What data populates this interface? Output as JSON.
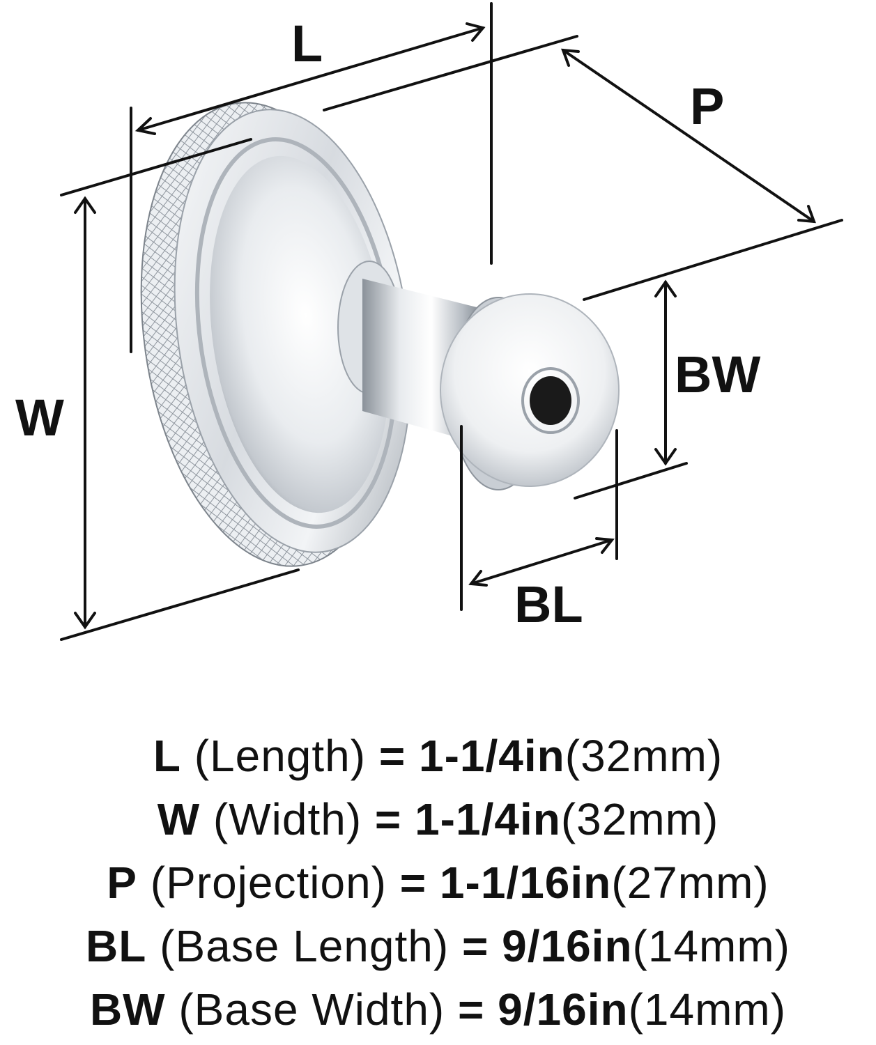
{
  "diagram": {
    "labels": {
      "L": "L",
      "W": "W",
      "P": "P",
      "BW": "BW",
      "BL": "BL"
    },
    "colors": {
      "line": "#111111",
      "metal_light": "#f4f6f8",
      "metal_mid": "#c9ced4",
      "metal_dark": "#7d848c",
      "knurl": "#9aa1a9",
      "hole": "#1a1a1a"
    }
  },
  "specs": [
    {
      "code": "L",
      "name": "(Length)",
      "eq": "=",
      "imperial": "1-1/4in",
      "metric": "(32mm)"
    },
    {
      "code": "W",
      "name": "(Width)",
      "eq": "=",
      "imperial": "1-1/4in",
      "metric": "(32mm)"
    },
    {
      "code": "P",
      "name": "(Projection)",
      "eq": "=",
      "imperial": "1-1/16in",
      "metric": "(27mm)"
    },
    {
      "code": "BL",
      "name": "(Base Length)",
      "eq": "=",
      "imperial": "9/16in",
      "metric": "(14mm)"
    },
    {
      "code": "BW",
      "name": "(Base Width)",
      "eq": "=",
      "imperial": "9/16in",
      "metric": "(14mm)"
    }
  ]
}
